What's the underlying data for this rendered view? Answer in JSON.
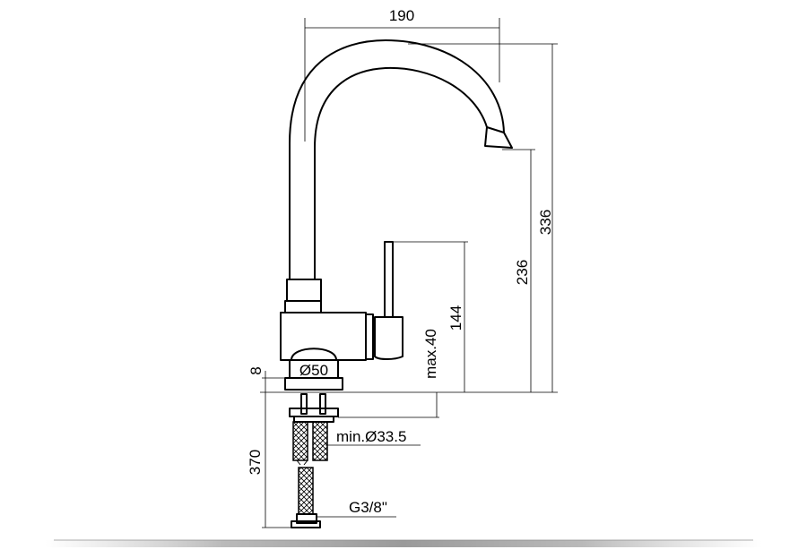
{
  "drawing": {
    "dimensions": {
      "width_total": "190",
      "height_total": "336",
      "spout_height": "236",
      "handle_height": "144",
      "max_deck": "max.40",
      "base_thickness": "8",
      "base_diameter": "Ø50",
      "hole_min": "min.Ø33.5",
      "hose_length": "370",
      "thread": "G3/8\""
    }
  }
}
